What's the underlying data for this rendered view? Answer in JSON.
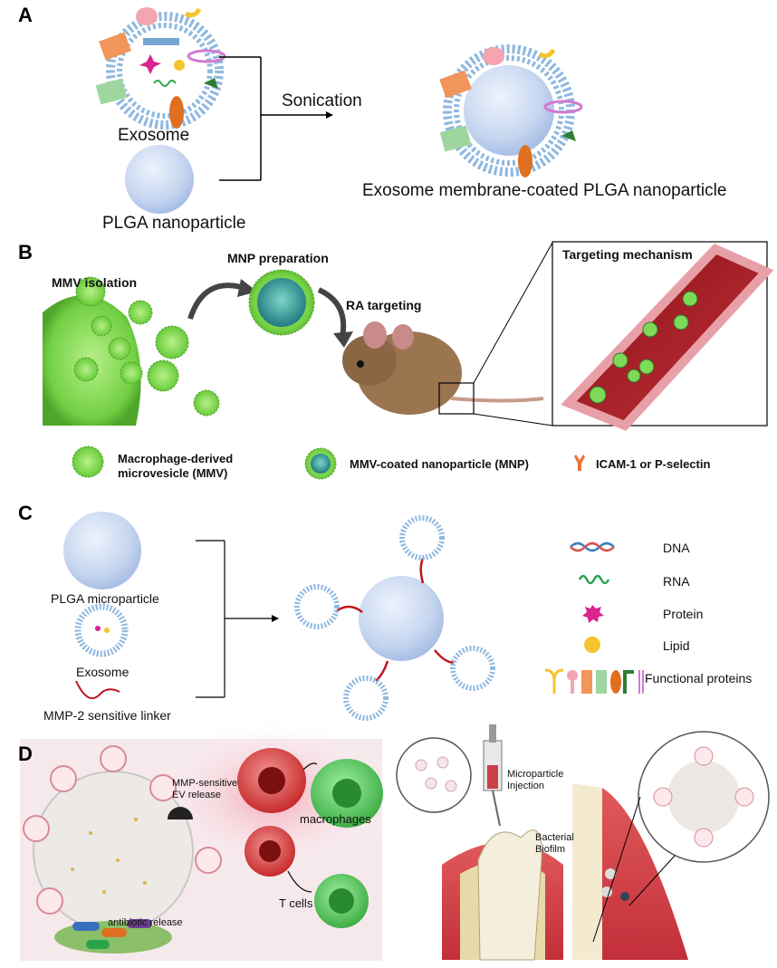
{
  "panels": {
    "a": {
      "letter": "A",
      "exosome": "Exosome",
      "plga_nanoparticle": "PLGA nanoparticle",
      "sonication": "Sonication",
      "result": "Exosome membrane-coated PLGA nanoparticle"
    },
    "b": {
      "letter": "B",
      "mmv_isolation": "MMV isolation",
      "mnp_preparation": "MNP preparation",
      "ra_targeting": "RA targeting",
      "targeting_mechanism": "Targeting mechanism",
      "legend": {
        "mmv_line1": "Macrophage-derived",
        "mmv_line2": "microvesicle (MMV)",
        "mnp": "MMV-coated nanoparticle (MNP)",
        "receptor": "ICAM-1 or P-selectin"
      }
    },
    "c": {
      "letter": "C",
      "plga_microparticle": "PLGA  microparticle",
      "exosome": "Exosome",
      "linker": "MMP-2 sensitive linker",
      "legend": {
        "dna": "DNA",
        "rna": "RNA",
        "protein": "Protein",
        "lipid": "Lipid",
        "functional": "Functional proteins"
      }
    },
    "d": {
      "letter": "D",
      "ev_release_line1": "MMP-sensitive",
      "ev_release_line2": "EV release",
      "macrophages": "macrophages",
      "t_cells": "T cells",
      "antibiotic": "antibiotic release",
      "injection_line1": "Microparticle",
      "injection_line2": "Injection",
      "biofilm_line1": "Bacterial",
      "biofilm_line2": "Biofilm"
    }
  },
  "colors": {
    "membrane": "#8fb8e0",
    "core": "#c9d9f2",
    "vesicle_green": "#7ed957",
    "blood_red": "#b0202a",
    "linker_red": "#c0141c"
  }
}
